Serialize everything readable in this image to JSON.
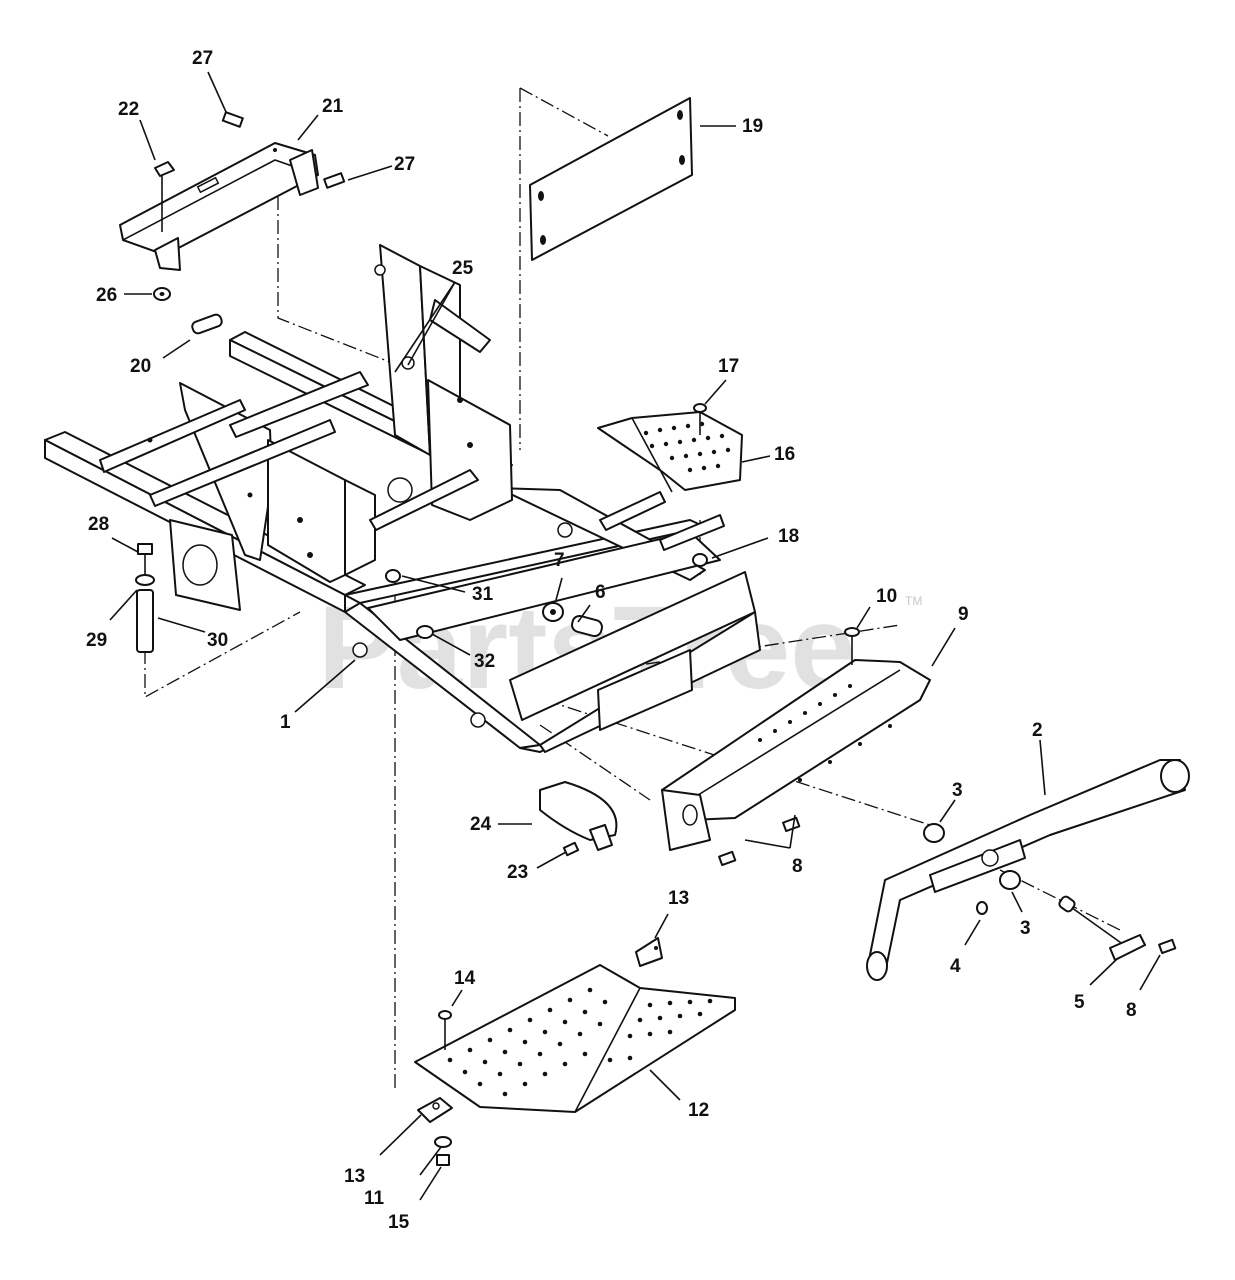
{
  "watermark": {
    "text": "PartsTree",
    "trademark": "TM"
  },
  "callouts": {
    "c1": "1",
    "c2": "2",
    "c3a": "3",
    "c3b": "3",
    "c4": "4",
    "c5": "5",
    "c6": "6",
    "c7": "7",
    "c8a": "8",
    "c8b": "8",
    "c9": "9",
    "c10": "10",
    "c11": "11",
    "c12": "12",
    "c13a": "13",
    "c13b": "13",
    "c14": "14",
    "c15": "15",
    "c16": "16",
    "c17": "17",
    "c18": "18",
    "c19": "19",
    "c20": "20",
    "c21": "21",
    "c22": "22",
    "c23": "23",
    "c24": "24",
    "c25": "25",
    "c26": "26",
    "c27a": "27",
    "c27b": "27",
    "c28": "28",
    "c29": "29",
    "c30": "30",
    "c31": "31",
    "c32": "32"
  }
}
